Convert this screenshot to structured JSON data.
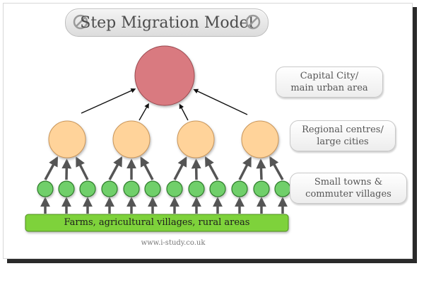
{
  "title": "Step Migration Model",
  "labels": {
    "capital": "Capital City/\nmain urban area",
    "regional": "Regional centres/\nlarge cities",
    "towns": "Small towns &\ncommuter villages"
  },
  "base_label": "Farms, agricultural villages, rural areas",
  "credit": "www.i-study.co.uk",
  "colors": {
    "capital": "#d97a80",
    "regional": "#ffd39a",
    "town": "#6fcf6a",
    "base": "#7ed23a",
    "arrow": "#111111"
  },
  "icons": [
    "no-entry-icon",
    "no-entry-icon"
  ]
}
